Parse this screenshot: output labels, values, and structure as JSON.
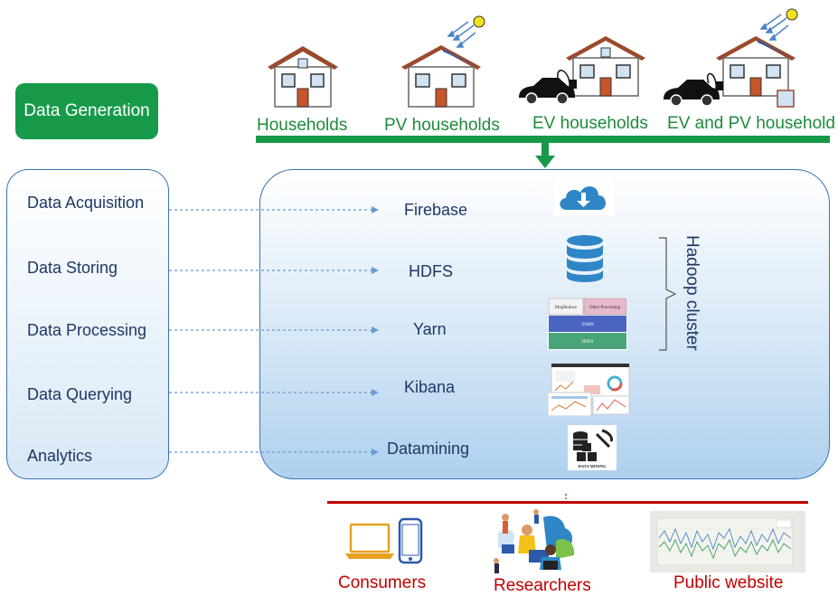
{
  "generation": {
    "label": "Data Generation",
    "households": [
      "Households",
      "PV households",
      "EV households",
      "EV and PV household"
    ]
  },
  "stages": [
    "Data Acquisition",
    "Data Storing",
    "Data Processing",
    "Data Querying",
    "Analytics"
  ],
  "technologies": [
    "Firebase",
    "HDFS",
    "Yarn",
    "Kibana",
    "Datamining"
  ],
  "cluster_label": "Hadoop cluster",
  "yarn_stack": {
    "mapreduce": "MapReduce",
    "other": "Other Processing",
    "yarn": "YARN",
    "hdfs": "HDFS"
  },
  "datamining_caption": "DATA MINING",
  "consumers": [
    "Consumers",
    "Researchers",
    "Public website"
  ],
  "colors": {
    "green": "#169a4a",
    "blue_border": "#3a73b6",
    "text_blue": "#1f3864",
    "red": "#c00000",
    "roof": "#9b4a2c",
    "door": "#c8552a"
  }
}
